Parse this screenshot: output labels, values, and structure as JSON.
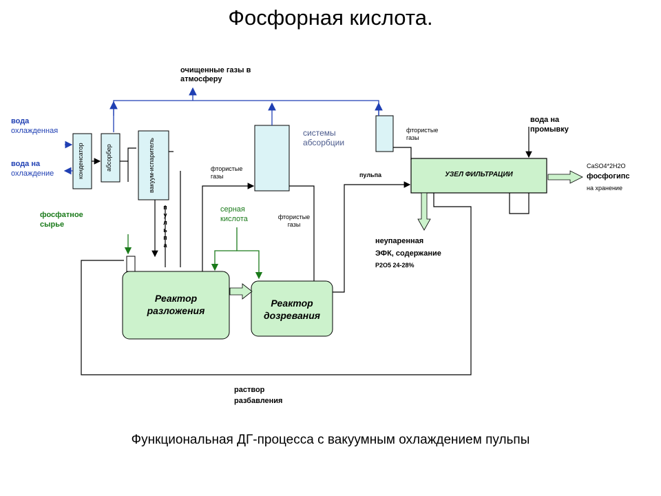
{
  "title": "Фосфорная кислота.",
  "caption": "Функциональная ДГ-процесса с вакуумным охлаждением пульпы",
  "labels": {
    "purified_gases": "очищенные газы в атмосферу",
    "water_cooled_1": "вода",
    "water_cooled_2": "охлажденная",
    "water_heat_1": "вода на",
    "water_heat_2": "охлаждение",
    "phosphate_1": "фосфатное",
    "phosphate_2": "сырье",
    "sulfuric_1": "серная",
    "sulfuric_2": "кислота",
    "fluorine_gases_left": "фтористые газы",
    "fluorine_gases_mid": "фтористые газы",
    "fluorine_gases_right": "фтористые газы",
    "absorption_systems": "системы абсорбции",
    "pulp_top": "пульпа",
    "pulp_vertical": [
      "п",
      "у",
      "л",
      "ь",
      "п",
      "а"
    ],
    "wash_water_1": "вода на",
    "wash_water_2": "промывку",
    "filtration_unit": "УЗЕЛ ФИЛЬТРАЦИИ",
    "gypsum_formula": "CaSO4*2H2O",
    "gypsum_name": "фосфогипс",
    "gypsum_storage": "на хранение",
    "acid_1": "неупаренная",
    "acid_2": "ЭФК, содержание",
    "acid_3": "P2O5 24-28%",
    "dilution_1": "раствор",
    "dilution_2": "разбавления",
    "condenser": "конденсатор",
    "absorber": "абсорбер",
    "vacuum_evaporator": "вакуум-испаритель",
    "reactor_decomp_1": "Реактор",
    "reactor_decomp_2": "разложения",
    "reactor_mature_1": "Реактор",
    "reactor_mature_2": "дозревания"
  },
  "colors": {
    "line": "#000000",
    "vessel_fill": "#dbf3f6",
    "reactor_fill": "#ccf2cc",
    "filter_fill": "#ccf2cc",
    "blue_arrow": "#1f3fb3",
    "green_arrow": "#1a7a1a",
    "hollow_arrow_fill": "#ccf2cc"
  },
  "icons": [
    "blue-arrow-icon",
    "green-arrow-icon",
    "hollow-arrow-icon"
  ]
}
